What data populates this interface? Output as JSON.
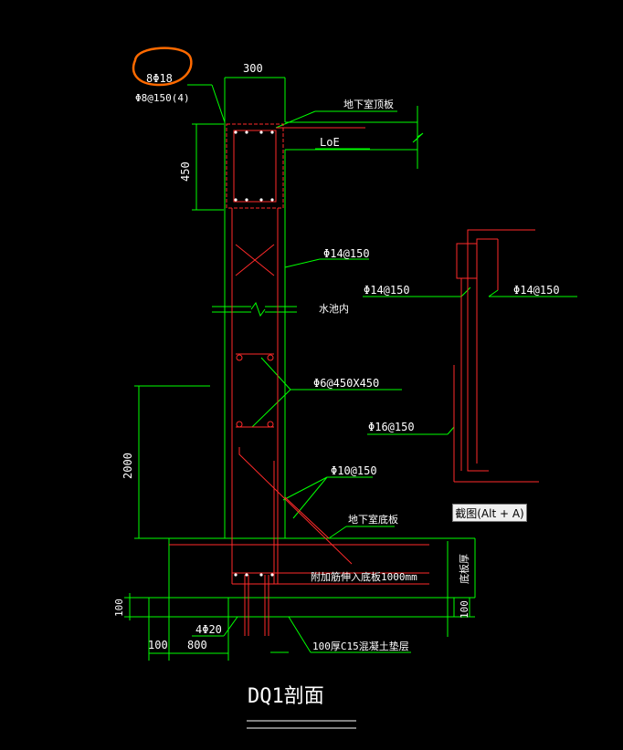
{
  "drawing": {
    "title": "DQ1剖面",
    "colors": {
      "dim": "#00ff00",
      "concrete": "#ffffff",
      "rebar": "#ff2a2a",
      "text": "#ffffff",
      "highlight": "#ff6a00",
      "tooltip_bg": "#f0f0f0"
    },
    "labels": {
      "top_bars": "8Φ18",
      "stirrup": "Φ8@150(4)",
      "dim_300": "300",
      "dim_450": "450",
      "dim_2000": "2000",
      "dim_100_left": "100",
      "dim_100_right": "100",
      "dim_100_bottom": "100",
      "dim_800": "800",
      "roof_slab": "地下室顶板",
      "loe": "LoE",
      "bar_cross": "Φ14@150",
      "water_side": "水池内",
      "bar_left_mid": "Φ14@150",
      "bar_right_mid": "Φ14@150",
      "tie": "Φ6@450X450",
      "bar_16": "Φ16@150",
      "bar_10": "Φ10@150",
      "base_slab": "地下室底板",
      "added_bars": "附加筋伸入底板1000mm",
      "slab_thickness": "底板厚",
      "bottom_bars": "4Φ20",
      "bedding": "100厚C15混凝土垫层"
    },
    "tooltip": "截图(Alt + A)"
  }
}
